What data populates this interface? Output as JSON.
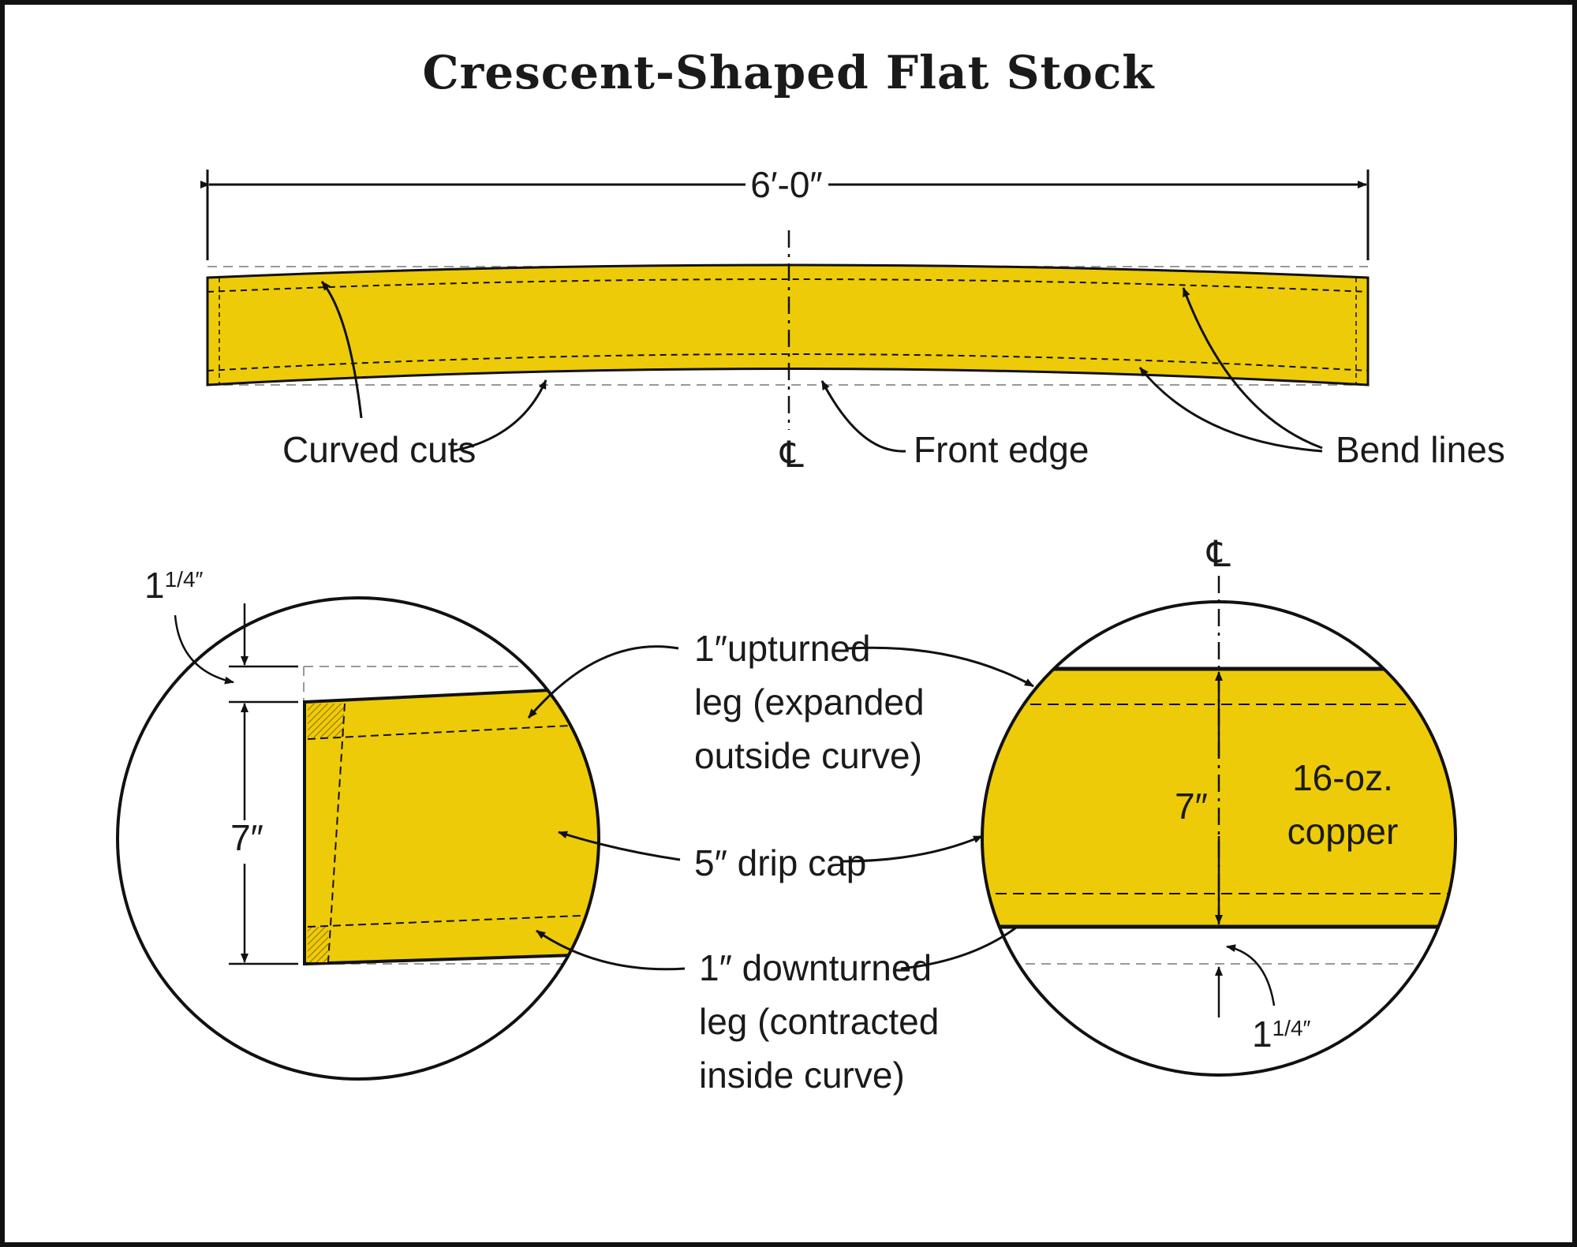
{
  "title": "Crescent-Shaped Flat Stock",
  "colors": {
    "copper_fill": "#eecb08",
    "line": "#111111",
    "dash": "#8a8a8a"
  },
  "top_view": {
    "overall_length": "6′-0″",
    "centerline_symbol": "℄",
    "labels": {
      "curved_cuts": "Curved cuts",
      "front_edge": "Front edge",
      "bend_lines": "Bend lines"
    }
  },
  "details": {
    "left": {
      "offset_whole": "1",
      "offset_fraction": "1/4″",
      "height": "7″"
    },
    "center_labels": {
      "upturned_1": "1″upturned",
      "upturned_2": "leg (expanded",
      "upturned_3": "outside curve)",
      "drip_cap": "5″ drip cap",
      "downturned_1": "1″ downturned",
      "downturned_2": "leg (contracted",
      "downturned_3": "inside curve)"
    },
    "right": {
      "centerline_symbol": "℄",
      "height": "7″",
      "material_1": "16-oz.",
      "material_2": "copper",
      "offset_whole": "1",
      "offset_fraction": "1/4″"
    }
  }
}
